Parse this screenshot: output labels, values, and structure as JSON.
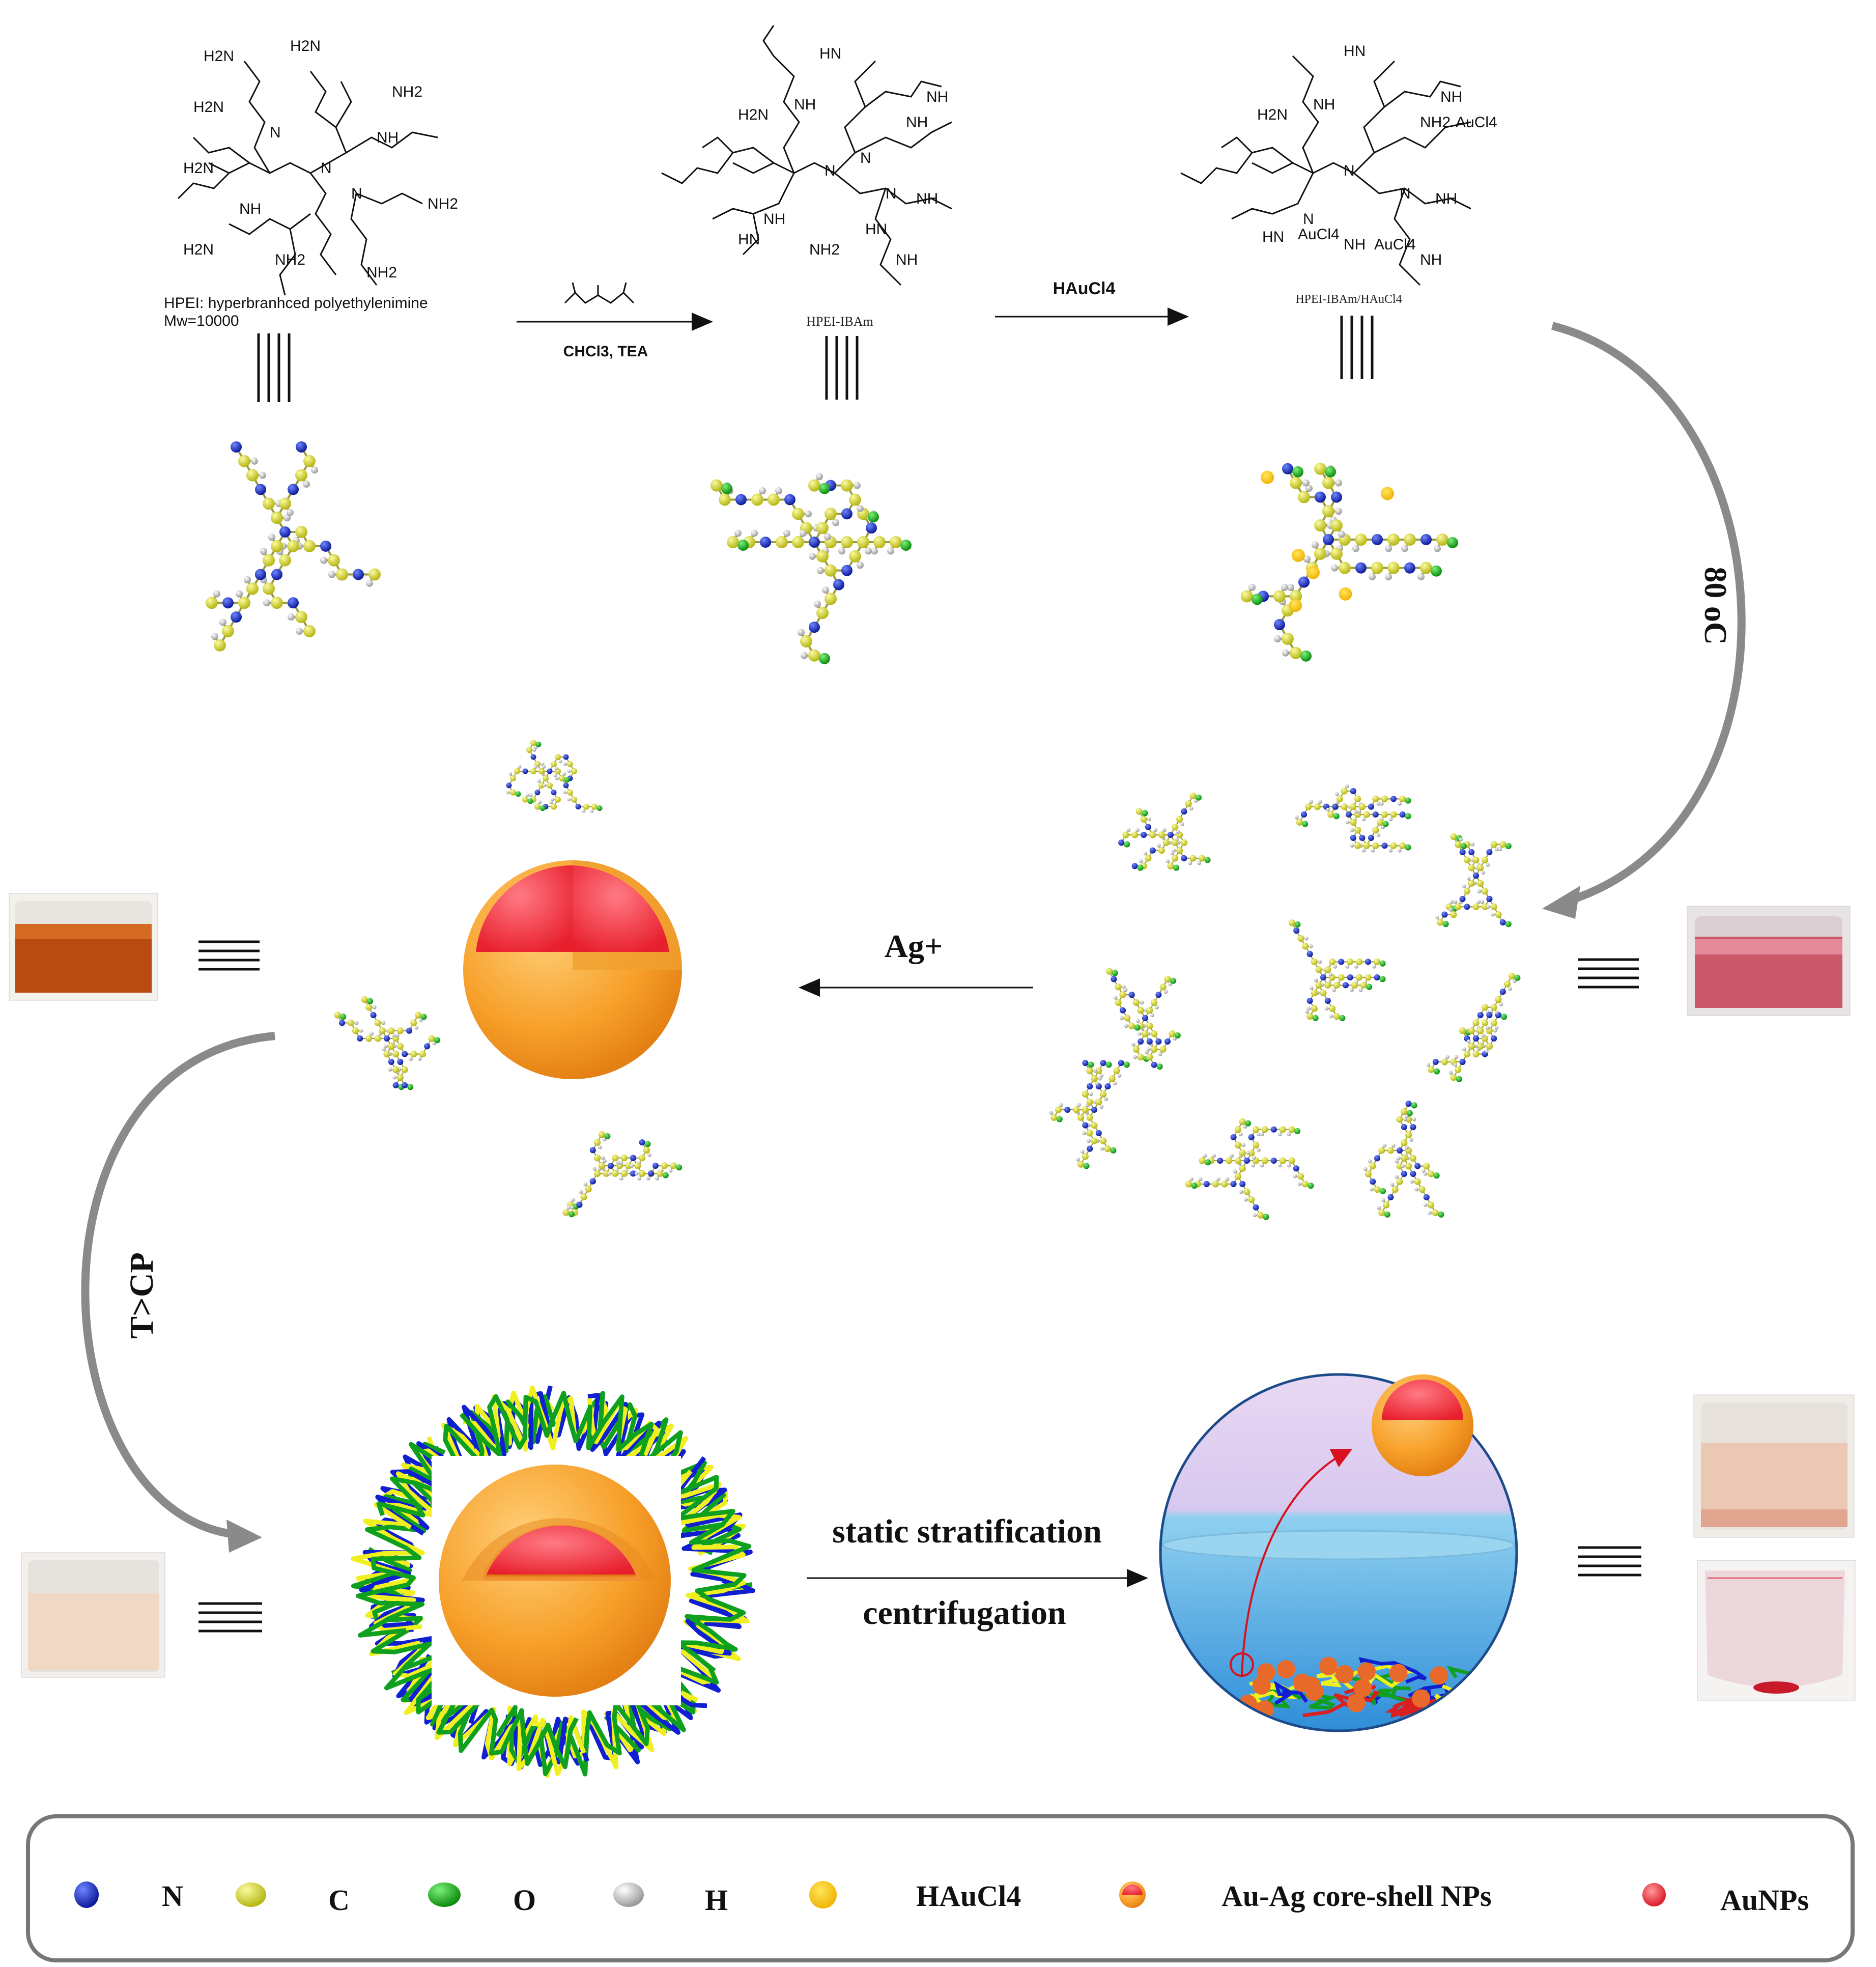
{
  "colors": {
    "nitrogen": "#1428c8",
    "carbon": "#d8d82a",
    "oxygen": "#18b818",
    "hydrogen": "#d0d0d0",
    "haucl4": "#f7c51a",
    "shell": "#f7a02a",
    "core": "#f03a4a",
    "arrow_gray": "#8a8a8a",
    "water": "#3a9de0"
  },
  "structures": {
    "hpei_caption": "HPEI: hyperbranhced polyethylenimine",
    "hpei_mw": "Mw=10000",
    "hpei_ibam_caption": "HPEI-IBAm",
    "hpei_ibam_haucl4_caption": "HPEI-IBAm/HAuCl4",
    "label_nh2": "NH2",
    "label_h2n": "H2N",
    "label_nh": "NH",
    "label_n": "N",
    "label_hn": "HN",
    "label_aucl4": "AuCl4"
  },
  "steps": {
    "step1_reagents": "CHCl3, TEA",
    "step2_reagent": "HAuCl4",
    "step3_condition": "80 oC",
    "step4_reagent": "Ag+",
    "step5_condition": "T>CP",
    "step6_line1": "static stratification",
    "step6_line2": "centrifugation"
  },
  "legend": {
    "items": [
      {
        "label": "N",
        "icon": "nitrogen-atom"
      },
      {
        "label": "C",
        "icon": "carbon-atom"
      },
      {
        "label": "O",
        "icon": "oxygen-atom"
      },
      {
        "label": "H",
        "icon": "hydrogen-atom"
      },
      {
        "label": "HAuCl4",
        "icon": "haucl4-dot"
      },
      {
        "label": "Au-Ag core-shell NPs",
        "icon": "core-shell-np"
      },
      {
        "label": "AuNPs",
        "icon": "aunp-dot"
      }
    ]
  }
}
